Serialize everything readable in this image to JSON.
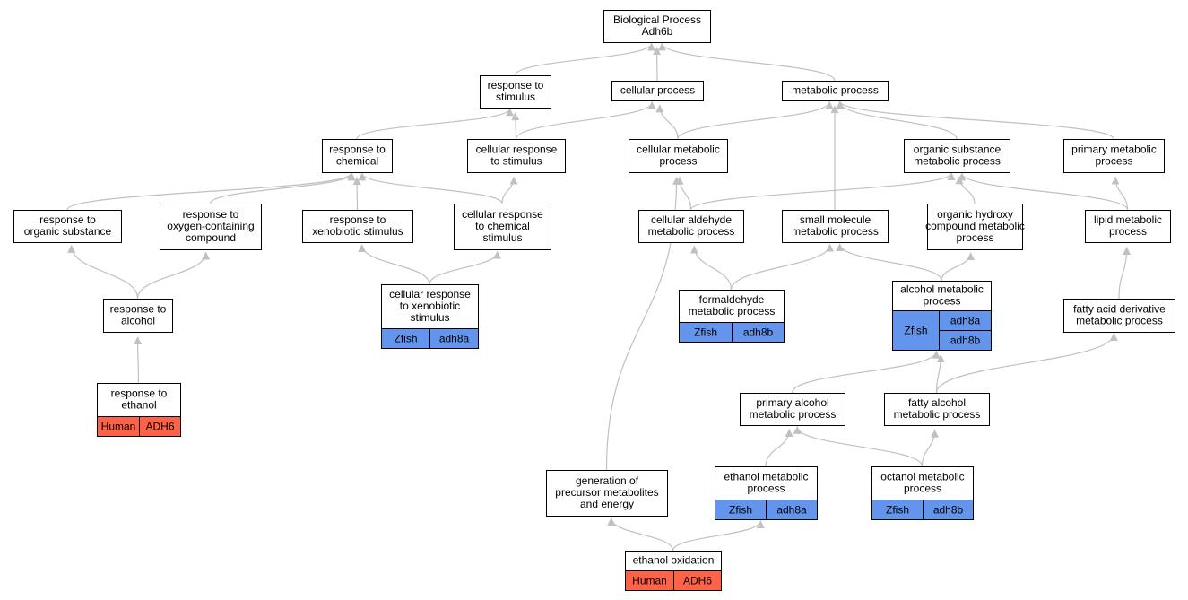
{
  "colors": {
    "edge": "#c0c0c0",
    "node_border": "#000000",
    "node_fill": "#ffffff",
    "human": "#ff6347",
    "zfish": "#6495ed"
  },
  "nodes": {
    "bp": {
      "lines": [
        "Biological Process",
        "Adh6b"
      ]
    },
    "rstim": {
      "lines": [
        "response to",
        "stimulus"
      ]
    },
    "cellp": {
      "lines": [
        "cellular process"
      ]
    },
    "metp": {
      "lines": [
        "metabolic process"
      ]
    },
    "rchem": {
      "lines": [
        "response to",
        "chemical"
      ]
    },
    "crstim": {
      "lines": [
        "cellular response",
        "to stimulus"
      ]
    },
    "cmetp": {
      "lines": [
        "cellular metabolic",
        "process"
      ]
    },
    "osmp": {
      "lines": [
        "organic substance",
        "metabolic process"
      ]
    },
    "pmetp": {
      "lines": [
        "primary metabolic",
        "process"
      ]
    },
    "rorg": {
      "lines": [
        "response to",
        "organic substance"
      ]
    },
    "roxy": {
      "lines": [
        "response to",
        "oxygen-containing",
        "compound"
      ]
    },
    "rxeno": {
      "lines": [
        "response to",
        "xenobiotic stimulus"
      ]
    },
    "crchem": {
      "lines": [
        "cellular response",
        "to chemical",
        "stimulus"
      ]
    },
    "cald": {
      "lines": [
        "cellular aldehyde",
        "metabolic process"
      ]
    },
    "smm": {
      "lines": [
        "small molecule",
        "metabolic process"
      ]
    },
    "ohyd": {
      "lines": [
        "organic hydroxy",
        "compound metabolic",
        "process"
      ]
    },
    "lipid": {
      "lines": [
        "lipid metabolic",
        "process"
      ]
    },
    "ralc": {
      "lines": [
        "response to",
        "alcohol"
      ]
    },
    "crxeno": {
      "lines": [
        "cellular response",
        "to xenobiotic",
        "stimulus"
      ],
      "annot": [
        {
          "org": "Zfish",
          "genes": [
            "adh8a"
          ]
        }
      ]
    },
    "form": {
      "lines": [
        "formaldehyde",
        "metabolic process"
      ],
      "annot": [
        {
          "org": "Zfish",
          "genes": [
            "adh8b"
          ]
        }
      ]
    },
    "alcm": {
      "lines": [
        "alcohol metabolic",
        "process"
      ],
      "annot": [
        {
          "org": "Zfish",
          "genes": [
            "adh8a",
            "adh8b"
          ]
        }
      ]
    },
    "fadm": {
      "lines": [
        "fatty acid derivative",
        "metabolic process"
      ]
    },
    "reth": {
      "lines": [
        "response to",
        "ethanol"
      ],
      "annot": [
        {
          "org": "Human",
          "genes": [
            "ADH6"
          ]
        }
      ]
    },
    "palc": {
      "lines": [
        "primary alcohol",
        "metabolic process"
      ]
    },
    "falc": {
      "lines": [
        "fatty alcohol",
        "metabolic process"
      ]
    },
    "gpm": {
      "lines": [
        "generation of",
        "precursor metabolites",
        "and energy"
      ]
    },
    "ethm": {
      "lines": [
        "ethanol metabolic",
        "process"
      ],
      "annot": [
        {
          "org": "Zfish",
          "genes": [
            "adh8a"
          ]
        }
      ]
    },
    "octm": {
      "lines": [
        "octanol metabolic",
        "process"
      ],
      "annot": [
        {
          "org": "Zfish",
          "genes": [
            "adh8b"
          ]
        }
      ]
    },
    "ethox": {
      "lines": [
        "ethanol oxidation"
      ],
      "annot": [
        {
          "org": "Human",
          "genes": [
            "ADH6"
          ]
        }
      ]
    }
  },
  "edges": [
    [
      "rstim",
      "bp"
    ],
    [
      "cellp",
      "bp"
    ],
    [
      "metp",
      "bp"
    ],
    [
      "rchem",
      "rstim"
    ],
    [
      "crstim",
      "rstim"
    ],
    [
      "crstim",
      "cellp"
    ],
    [
      "cmetp",
      "cellp"
    ],
    [
      "cmetp",
      "metp"
    ],
    [
      "osmp",
      "metp"
    ],
    [
      "pmetp",
      "metp"
    ],
    [
      "smm",
      "metp"
    ],
    [
      "rorg",
      "rchem"
    ],
    [
      "roxy",
      "rchem"
    ],
    [
      "rxeno",
      "rchem"
    ],
    [
      "crchem",
      "rchem"
    ],
    [
      "crchem",
      "crstim"
    ],
    [
      "cald",
      "cmetp"
    ],
    [
      "cald",
      "osmp"
    ],
    [
      "ohyd",
      "osmp"
    ],
    [
      "lipid",
      "osmp"
    ],
    [
      "lipid",
      "pmetp"
    ],
    [
      "ralc",
      "rorg"
    ],
    [
      "ralc",
      "roxy"
    ],
    [
      "crxeno",
      "rxeno"
    ],
    [
      "crxeno",
      "crchem"
    ],
    [
      "form",
      "cald"
    ],
    [
      "form",
      "smm"
    ],
    [
      "alcm",
      "smm"
    ],
    [
      "alcm",
      "ohyd"
    ],
    [
      "fadm",
      "lipid"
    ],
    [
      "reth",
      "ralc"
    ],
    [
      "palc",
      "alcm"
    ],
    [
      "falc",
      "alcm"
    ],
    [
      "falc",
      "fadm"
    ],
    [
      "ethm",
      "palc"
    ],
    [
      "octm",
      "palc"
    ],
    [
      "octm",
      "falc"
    ],
    [
      "gpm",
      "cmetp"
    ],
    [
      "ethox",
      "gpm"
    ],
    [
      "ethox",
      "ethm"
    ]
  ]
}
